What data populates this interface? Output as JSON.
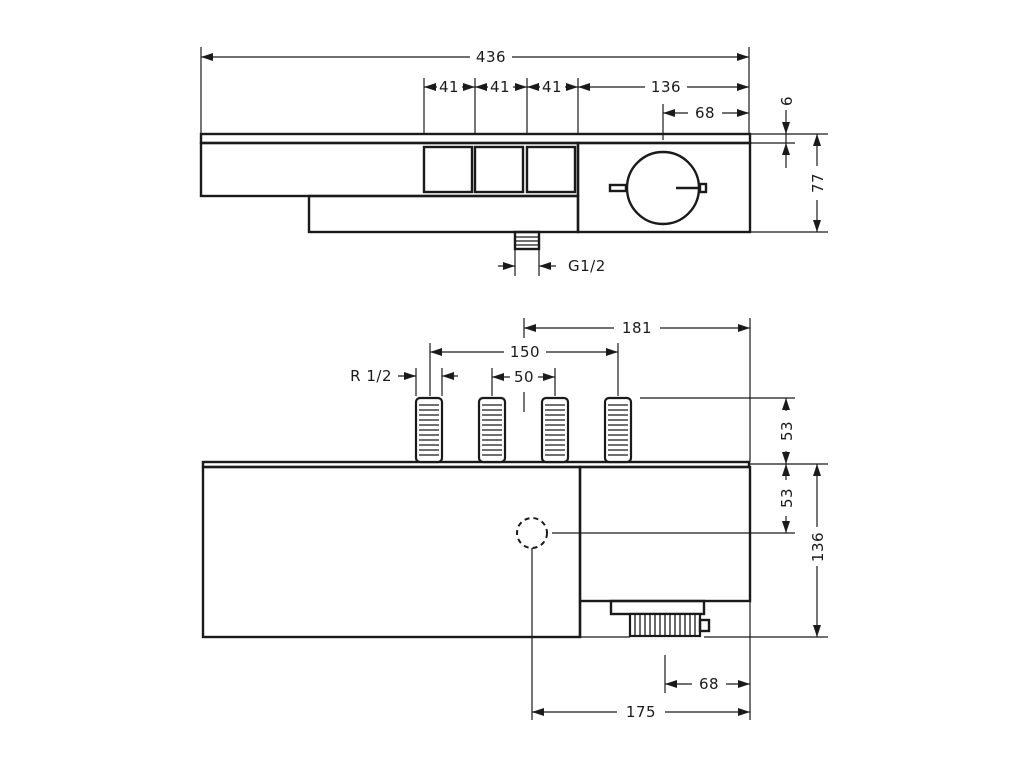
{
  "top_view": {
    "overall_width": "436",
    "button_pitch_1": "41",
    "button_pitch_2": "41",
    "button_pitch_3": "41",
    "thermostat_width": "136",
    "knob_offset": "68",
    "top_plate": "6",
    "height": "77",
    "outlet_thread": "G1/2"
  },
  "front_view": {
    "outer_span": "181",
    "inlet_span": "150",
    "inlet_pitch": "50",
    "inlet_thread": "R 1/2",
    "inlet_length": "53",
    "axis_height": "53",
    "body_height": "136",
    "knob_offset": "68",
    "axis_span": "175"
  }
}
